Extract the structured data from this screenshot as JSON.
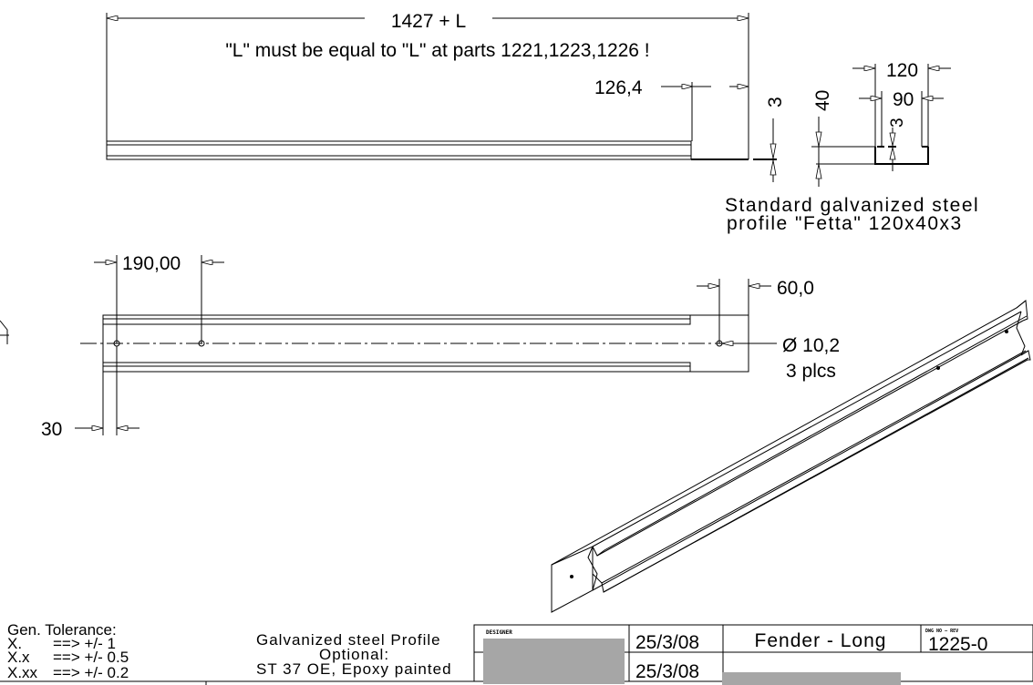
{
  "drawing": {
    "overall_length": "1427 + L",
    "note": "\"L\" must be equal to \"L\" at parts 1221,1223,1226 !",
    "offset_dim": "126,4",
    "thickness_dim": "3",
    "height_dim": "40",
    "width_outer_dim": "120",
    "width_inner_dim": "90",
    "inner_thickness_dim": "3",
    "profile_caption_line1": "Standard galvanized steel",
    "profile_caption_line2": "profile \"Fetta\" 120x40x3",
    "hole_spacing_dim": "190,00",
    "end_hole_dim": "60,0",
    "hole_diameter": "Ø 10,2",
    "hole_count": "3 plcs",
    "edge_hole_dim": "30"
  },
  "title_block": {
    "tolerance_title": "Gen. Tolerance:",
    "tolerances": [
      {
        "key": "X.",
        "value": "==> +/- 1"
      },
      {
        "key": "X.x",
        "value": "==> +/- 0.5"
      },
      {
        "key": "X.xx",
        "value": "==> +/- 0.2"
      }
    ],
    "material_line1": "Galvanized steel Profile",
    "material_line2": "Optional:",
    "material_line3": "ST 37 OE, Epoxy painted",
    "designer_label": "DESIGNER",
    "date1": "25/3/08",
    "date2": "25/3/08",
    "part_name": "Fender - Long",
    "dwg_label": "DWG NO — REV",
    "dwg_number": "1225-0",
    "redaction_color": "#a6a6a6"
  }
}
